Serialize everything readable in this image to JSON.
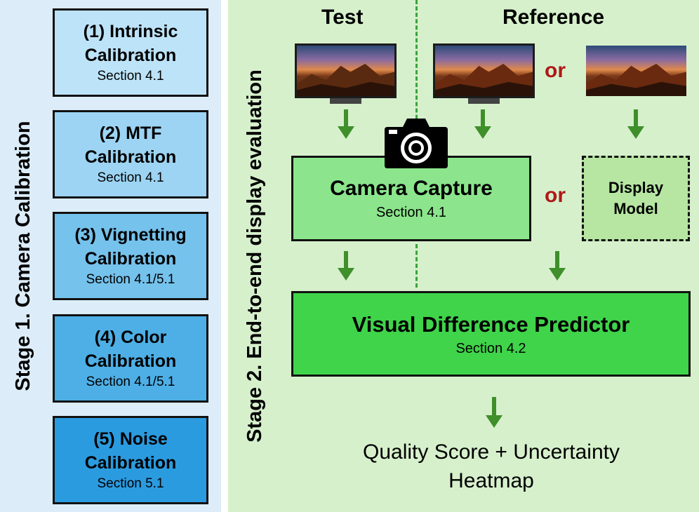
{
  "stage1": {
    "title": "Stage 1. Camera Calibration",
    "steps": [
      {
        "title_line1": "(1) Intrinsic",
        "title_line2": "Calibration",
        "section": "Section 4.1",
        "color": "#bde3f8"
      },
      {
        "title_line1": "(2) MTF",
        "title_line2": "Calibration",
        "section": "Section 4.1",
        "color": "#9dd4f3"
      },
      {
        "title_line1": "(3) Vignetting",
        "title_line2": "Calibration",
        "section": "Section 4.1/5.1",
        "color": "#75c2ec"
      },
      {
        "title_line1": "(4) Color",
        "title_line2": "Calibration",
        "section": "Section 4.1/5.1",
        "color": "#4eafe6"
      },
      {
        "title_line1": "(5) Noise",
        "title_line2": "Calibration",
        "section": "Section 5.1",
        "color": "#2b9be0"
      }
    ]
  },
  "stage2": {
    "title": "Stage 2. End-to-end display evaluation",
    "test_label": "Test",
    "reference_label": "Reference",
    "or_label": "or",
    "camera_capture": {
      "title": "Camera Capture",
      "section": "Section 4.1"
    },
    "display_model": {
      "line1": "Display",
      "line2": "Model"
    },
    "vdp": {
      "title": "Visual Difference Predictor",
      "section": "Section 4.2"
    },
    "output": {
      "line1": "Quality Score + Uncertainty",
      "line2": "Heatmap"
    }
  },
  "colors": {
    "arrow": "#3f8f2a",
    "or_text": "#b01818",
    "divider": "#3aa33a"
  }
}
